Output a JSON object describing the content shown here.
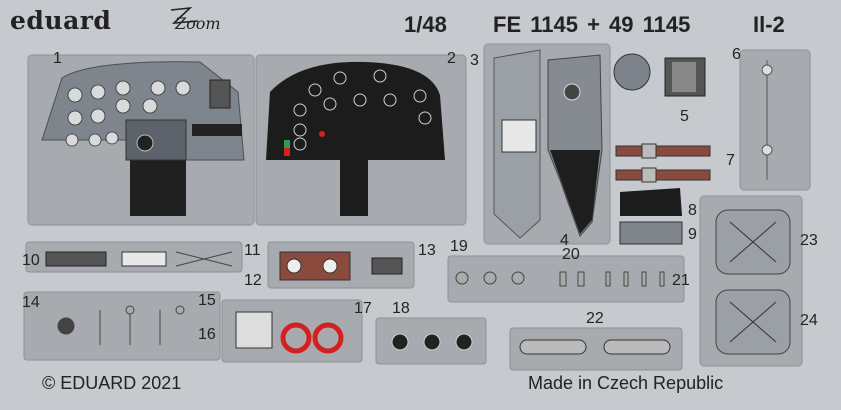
{
  "header": {
    "brand": "eduard",
    "sub_brand": "Zoom",
    "scale": "1/48",
    "product_code": "FE 1145 + 49 1145",
    "model": "Il-2"
  },
  "part_numbers": [
    "1",
    "2",
    "3",
    "4",
    "5",
    "6",
    "7",
    "8",
    "9",
    "10",
    "11",
    "12",
    "13",
    "14",
    "15",
    "16",
    "17",
    "18",
    "19",
    "20",
    "21",
    "22",
    "23",
    "24"
  ],
  "footer": {
    "copyright": "© EDUARD 2021",
    "origin": "Made in Czech Republic"
  },
  "colors": {
    "fret_metal": "#c6c9cd",
    "frame_grey": "#9a9ea3",
    "panel_grey": "#7f858b",
    "instrument_black": "#1c1c1c",
    "strap_brown": "#8a4a3e",
    "accent_red": "#d62020",
    "accent_green": "#2e9e55"
  }
}
